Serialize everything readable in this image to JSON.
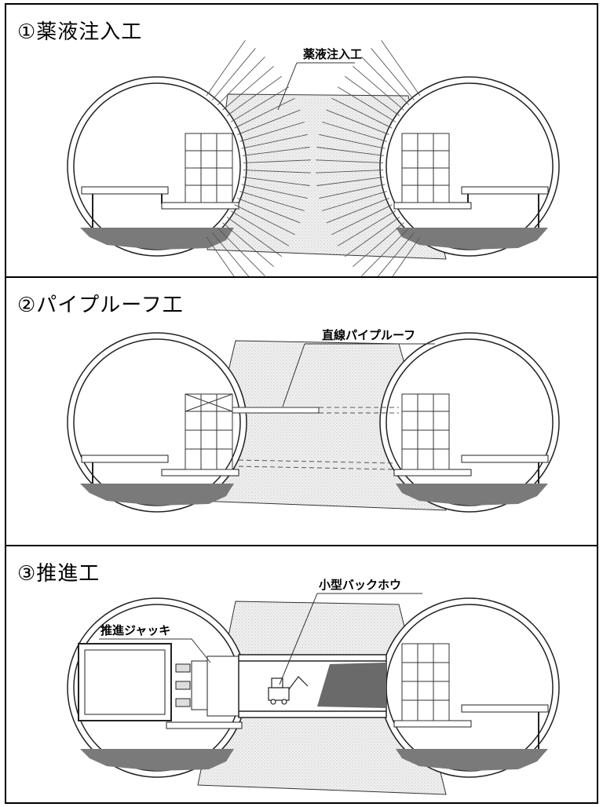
{
  "panels": [
    {
      "title": "①薬液注入工",
      "callouts": [
        "薬液注入工"
      ]
    },
    {
      "title": "②パイプルーフ工",
      "callouts": [
        "直線パイプルーフ"
      ]
    },
    {
      "title": "③推進工",
      "callouts": [
        "小型バックホウ",
        "推進ジャッキ"
      ]
    }
  ]
}
